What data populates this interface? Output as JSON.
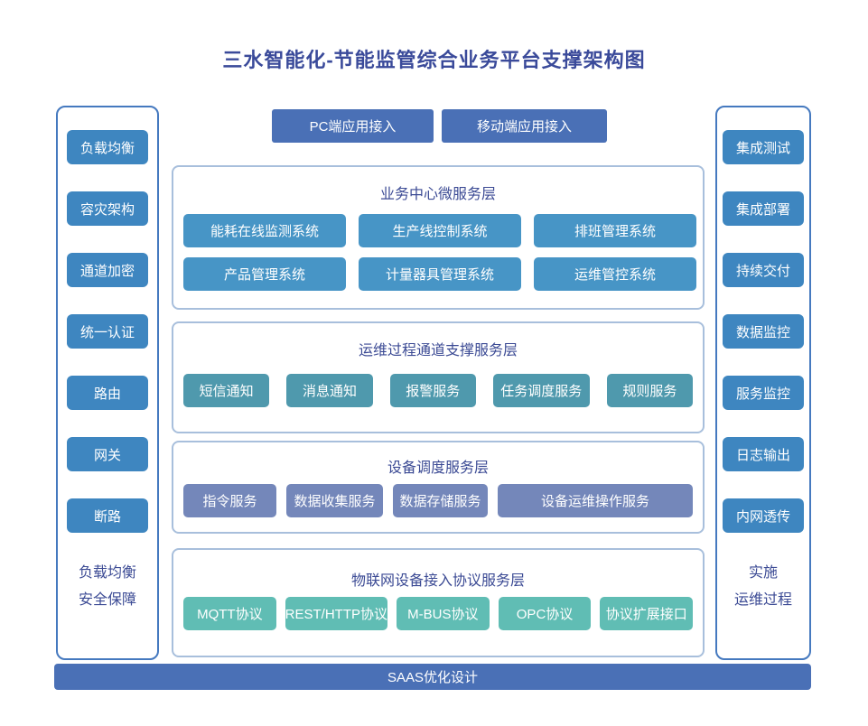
{
  "title": "三水智能化-节能监管综合业务平台支撑架构图",
  "colors": {
    "title_text": "#3a4a9a",
    "caption_text": "#3b4a94",
    "panel_border": "#4579bf",
    "section_border": "#a8bfdc",
    "sidebar_btn": "#3e86c0",
    "app_btn": "#4a70b6",
    "business_box": "#4795c6",
    "channel_box": "#4f99ad",
    "device_box": "#7487ba",
    "protocol_box": "#60bdb4",
    "bottom_bar": "#4a70b6"
  },
  "top_buttons": {
    "pc": "PC端应用接入",
    "mobile": "移动端应用接入"
  },
  "left_panel": {
    "items": [
      "负载均衡",
      "容灾架构",
      "通道加密",
      "统一认证",
      "路由",
      "网关",
      "断路"
    ],
    "caption_line1": "负载均衡",
    "caption_line2": "安全保障"
  },
  "right_panel": {
    "items": [
      "集成测试",
      "集成部署",
      "持续交付",
      "数据监控",
      "服务监控",
      "日志输出",
      "内网透传"
    ],
    "caption_line1": "实施",
    "caption_line2": "运维过程"
  },
  "sections": [
    {
      "title": "业务中心微服务层",
      "items": [
        "能耗在线监测系统",
        "生产线控制系统",
        "排班管理系统",
        "产品管理系统",
        "计量器具管理系统",
        "运维管控系统"
      ]
    },
    {
      "title": "运维过程通道支撑服务层",
      "items": [
        "短信通知",
        "消息通知",
        "报警服务",
        "任务调度服务",
        "规则服务"
      ]
    },
    {
      "title": "设备调度服务层",
      "items": [
        "指令服务",
        "数据收集服务",
        "数据存储服务",
        "设备运维操作服务"
      ]
    },
    {
      "title": "物联网设备接入协议服务层",
      "items": [
        "MQTT协议",
        "REST/HTTP协议",
        "M-BUS协议",
        "OPC协议",
        "协议扩展接口"
      ]
    }
  ],
  "bottom_bar": "SAAS优化设计"
}
